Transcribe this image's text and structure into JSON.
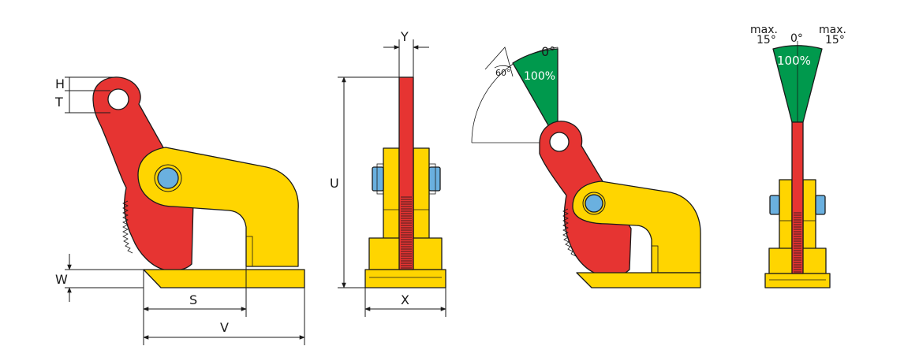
{
  "colors": {
    "red": "#e63432",
    "yellow": "#ffd500",
    "green": "#00994d",
    "blue": "#6ab0df",
    "steel": "#b8c4cc",
    "outline": "#1a1a1a"
  },
  "dimensions": {
    "h": "H",
    "t": "T",
    "w": "W",
    "s": "S",
    "v": "V",
    "u": "U",
    "x": "X",
    "y": "Y"
  },
  "angle_view": {
    "angle_label": "60°",
    "zero_label": "0°",
    "capacity_label": "100%"
  },
  "tilt_view": {
    "left_max": "max.",
    "left_deg": "15°",
    "zero_label": "0°",
    "right_max": "max.",
    "right_deg": "15°",
    "capacity_label": "100%"
  }
}
